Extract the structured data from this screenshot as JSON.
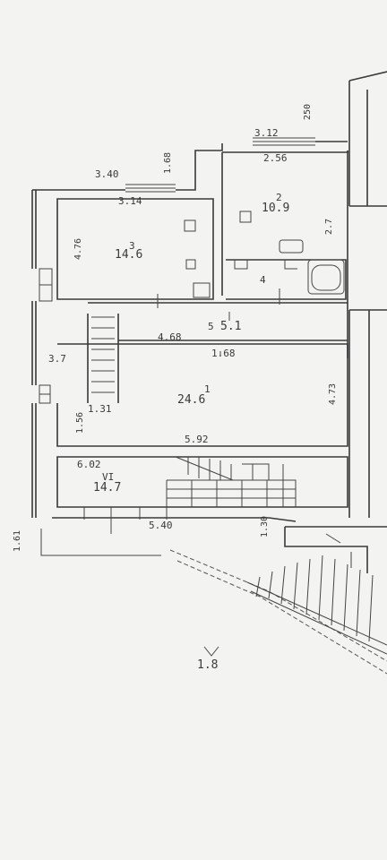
{
  "labels": {
    "dim_250": "250",
    "dim_312": "3.12",
    "dim_256": "2.56",
    "dim_340": "3.40",
    "dim_168_top": "1.68",
    "dim_314": "3.14",
    "room2_num": "2",
    "room2_area": "10.9",
    "dim_27": "2.7",
    "room3_num": "3",
    "room3_area": "14.6",
    "dim_476": "4.76",
    "room4_num": "4",
    "room5_num": "5",
    "room5_area": "5.1",
    "dim_468": "4.68",
    "dim_168_mid": "1.68",
    "dim_37": "3.7",
    "room1_num": "1",
    "room1_area": "24.6",
    "dim_473": "4.73",
    "dim_131": "1.31",
    "dim_156": "1.56",
    "dim_592": "5.92",
    "dim_602": "6.02",
    "roomVI_num": "VI",
    "roomVI_area": "14.7",
    "dim_540": "5.40",
    "dim_161": "1.61",
    "dim_130": "1.30",
    "dim_18": "1.8"
  }
}
